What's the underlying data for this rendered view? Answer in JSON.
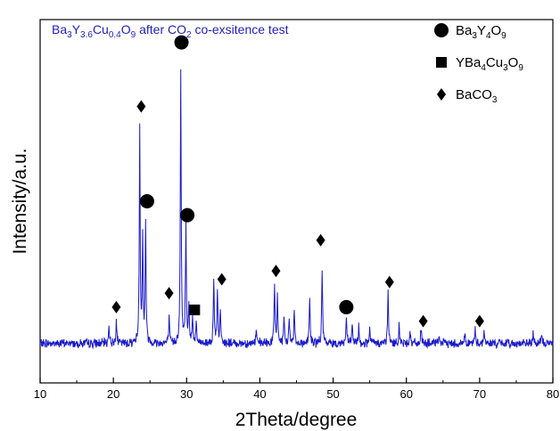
{
  "chart_data": {
    "type": "line",
    "title_parts": [
      {
        "t": "Ba",
        "s": false
      },
      {
        "t": "3",
        "s": true
      },
      {
        "t": "Y",
        "s": false
      },
      {
        "t": "3.6",
        "s": true
      },
      {
        "t": "Cu",
        "s": false
      },
      {
        "t": "0.4",
        "s": true
      },
      {
        "t": "O",
        "s": false
      },
      {
        "t": "9",
        "s": true
      },
      {
        "t": " after CO",
        "s": false
      },
      {
        "t": "2",
        "s": true
      },
      {
        "t": " co-exsitence test",
        "s": false
      }
    ],
    "xlabel": "2Theta/degree",
    "ylabel": "Intensity/a.u.",
    "xlim": [
      10,
      80
    ],
    "ylim": [
      0,
      100
    ],
    "xticks": [
      10,
      20,
      30,
      40,
      50,
      60,
      70,
      80
    ],
    "xtick_labels": [
      "10",
      "20",
      "30",
      "40",
      "50",
      "60",
      "70",
      "80"
    ],
    "yticks_shown": false,
    "grid": false,
    "legend_position": "top-right",
    "series": [
      {
        "color": "#1a1acc",
        "baseline": 3,
        "peaks": [
          [
            19.4,
            7
          ],
          [
            20.4,
            9
          ],
          [
            23.6,
            77
          ],
          [
            24.0,
            38
          ],
          [
            24.4,
            43
          ],
          [
            27.6,
            9
          ],
          [
            29.2,
            98
          ],
          [
            29.9,
            43
          ],
          [
            30.3,
            14
          ],
          [
            30.8,
            9
          ],
          [
            31.3,
            7
          ],
          [
            33.7,
            24
          ],
          [
            34.2,
            18
          ],
          [
            34.6,
            12
          ],
          [
            39.5,
            5
          ],
          [
            42.0,
            21
          ],
          [
            42.4,
            17
          ],
          [
            43.3,
            8
          ],
          [
            44.0,
            9
          ],
          [
            44.7,
            12
          ],
          [
            46.8,
            17
          ],
          [
            48.5,
            26
          ],
          [
            51.8,
            9
          ],
          [
            52.6,
            7
          ],
          [
            53.5,
            6
          ],
          [
            55.0,
            5
          ],
          [
            57.5,
            19
          ],
          [
            59.0,
            7
          ],
          [
            60.5,
            5
          ],
          [
            62.0,
            5
          ],
          [
            64.5,
            3
          ],
          [
            68.0,
            4
          ],
          [
            69.4,
            5
          ],
          [
            70.6,
            5
          ],
          [
            77.3,
            3
          ],
          [
            78.5,
            3
          ]
        ]
      }
    ],
    "markers": [
      {
        "phase": "BaCO3",
        "x": 20.4,
        "y": 16
      },
      {
        "phase": "BaCO3",
        "x": 23.8,
        "y": 88
      },
      {
        "phase": "Ba3Y4O9",
        "x": 24.6,
        "y": 54
      },
      {
        "phase": "BaCO3",
        "x": 27.6,
        "y": 21
      },
      {
        "phase": "Ba3Y4O9",
        "x": 29.3,
        "y": 111
      },
      {
        "phase": "Ba3Y4O9",
        "x": 30.1,
        "y": 49
      },
      {
        "phase": "YBa4Cu3O9",
        "x": 31.1,
        "y": 15
      },
      {
        "phase": "BaCO3",
        "x": 34.8,
        "y": 26
      },
      {
        "phase": "BaCO3",
        "x": 42.2,
        "y": 29
      },
      {
        "phase": "BaCO3",
        "x": 48.3,
        "y": 40
      },
      {
        "phase": "Ba3Y4O9",
        "x": 51.8,
        "y": 16
      },
      {
        "phase": "BaCO3",
        "x": 57.7,
        "y": 25
      },
      {
        "phase": "BaCO3",
        "x": 62.3,
        "y": 11
      },
      {
        "phase": "BaCO3",
        "x": 70.0,
        "y": 11
      }
    ],
    "legend": [
      {
        "phase": "Ba3Y4O9",
        "symbol": "circle",
        "label_parts": [
          {
            "t": "Ba",
            "s": false
          },
          {
            "t": "3",
            "s": true
          },
          {
            "t": "Y",
            "s": false
          },
          {
            "t": "4",
            "s": true
          },
          {
            "t": "O",
            "s": false
          },
          {
            "t": "9",
            "s": true
          }
        ]
      },
      {
        "phase": "YBa4Cu3O9",
        "symbol": "square",
        "label_parts": [
          {
            "t": "YBa",
            "s": false
          },
          {
            "t": "4",
            "s": true
          },
          {
            "t": "Cu",
            "s": false
          },
          {
            "t": "3",
            "s": true
          },
          {
            "t": "O",
            "s": false
          },
          {
            "t": "9",
            "s": true
          }
        ]
      },
      {
        "phase": "BaCO3",
        "symbol": "diamond",
        "label_parts": [
          {
            "t": "BaCO",
            "s": false
          },
          {
            "t": "3",
            "s": true
          }
        ]
      }
    ]
  }
}
